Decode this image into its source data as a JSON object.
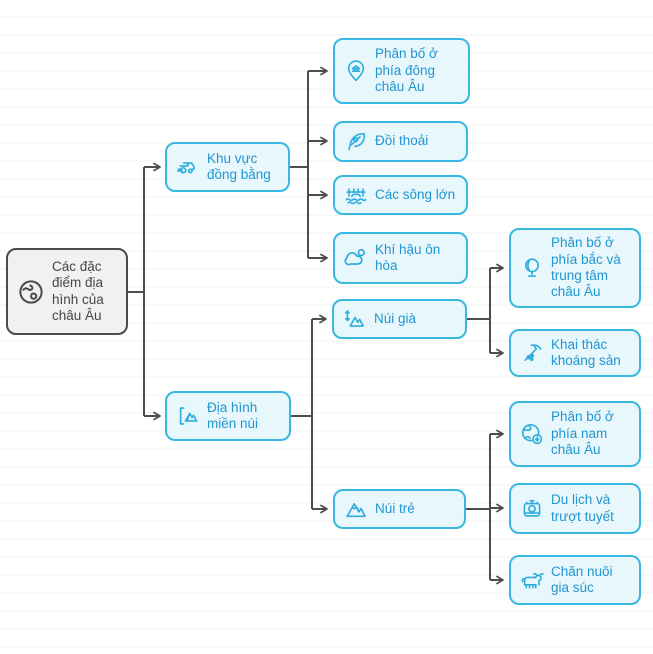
{
  "diagram": {
    "title": "Mind map of European terrain characteristics",
    "root": {
      "label": "Các đặc điểm địa hình của châu Âu",
      "icon": "globe-icon"
    },
    "branches": [
      {
        "label": "Khu vực đồng bằng",
        "icon": "harvester-icon",
        "children": [
          {
            "label": "Phân bố ở phía đông châu Âu",
            "icon": "landmark-pin-icon"
          },
          {
            "label": "Đồi thoải",
            "icon": "feather-icon"
          },
          {
            "label": "Các sông lớn",
            "icon": "bridge-river-icon"
          },
          {
            "label": "Khí hậu ôn hòa",
            "icon": "cloud-sun-icon"
          }
        ]
      },
      {
        "label": "Địa hình miền núi",
        "icon": "terrain-icon",
        "children": [
          {
            "label": "Núi già",
            "icon": "mountain-elevation-icon",
            "children": [
              {
                "label": "Phân bố ở phía bắc và trung tâm châu Âu",
                "icon": "desk-globe-icon"
              },
              {
                "label": "Khai thác khoáng sản",
                "icon": "pickaxe-icon"
              }
            ]
          },
          {
            "label": "Núi trẻ",
            "icon": "snowy-mountain-icon",
            "children": [
              {
                "label": "Phân bố ở phía nam châu Âu",
                "icon": "globe-down-arrow-icon"
              },
              {
                "label": "Du lịch và trượt tuyết",
                "icon": "cable-car-icon"
              },
              {
                "label": "Chăn nuôi gia súc",
                "icon": "cow-icon"
              }
            ]
          }
        ]
      }
    ],
    "colors": {
      "node_background": "#e7f7fc",
      "node_border": "#38b8e1",
      "node_text": "#2196d0",
      "root_background": "#f1f1f2",
      "root_border": "#4b4b4b",
      "root_text": "#464646",
      "connector": "#4d4d4d"
    }
  }
}
